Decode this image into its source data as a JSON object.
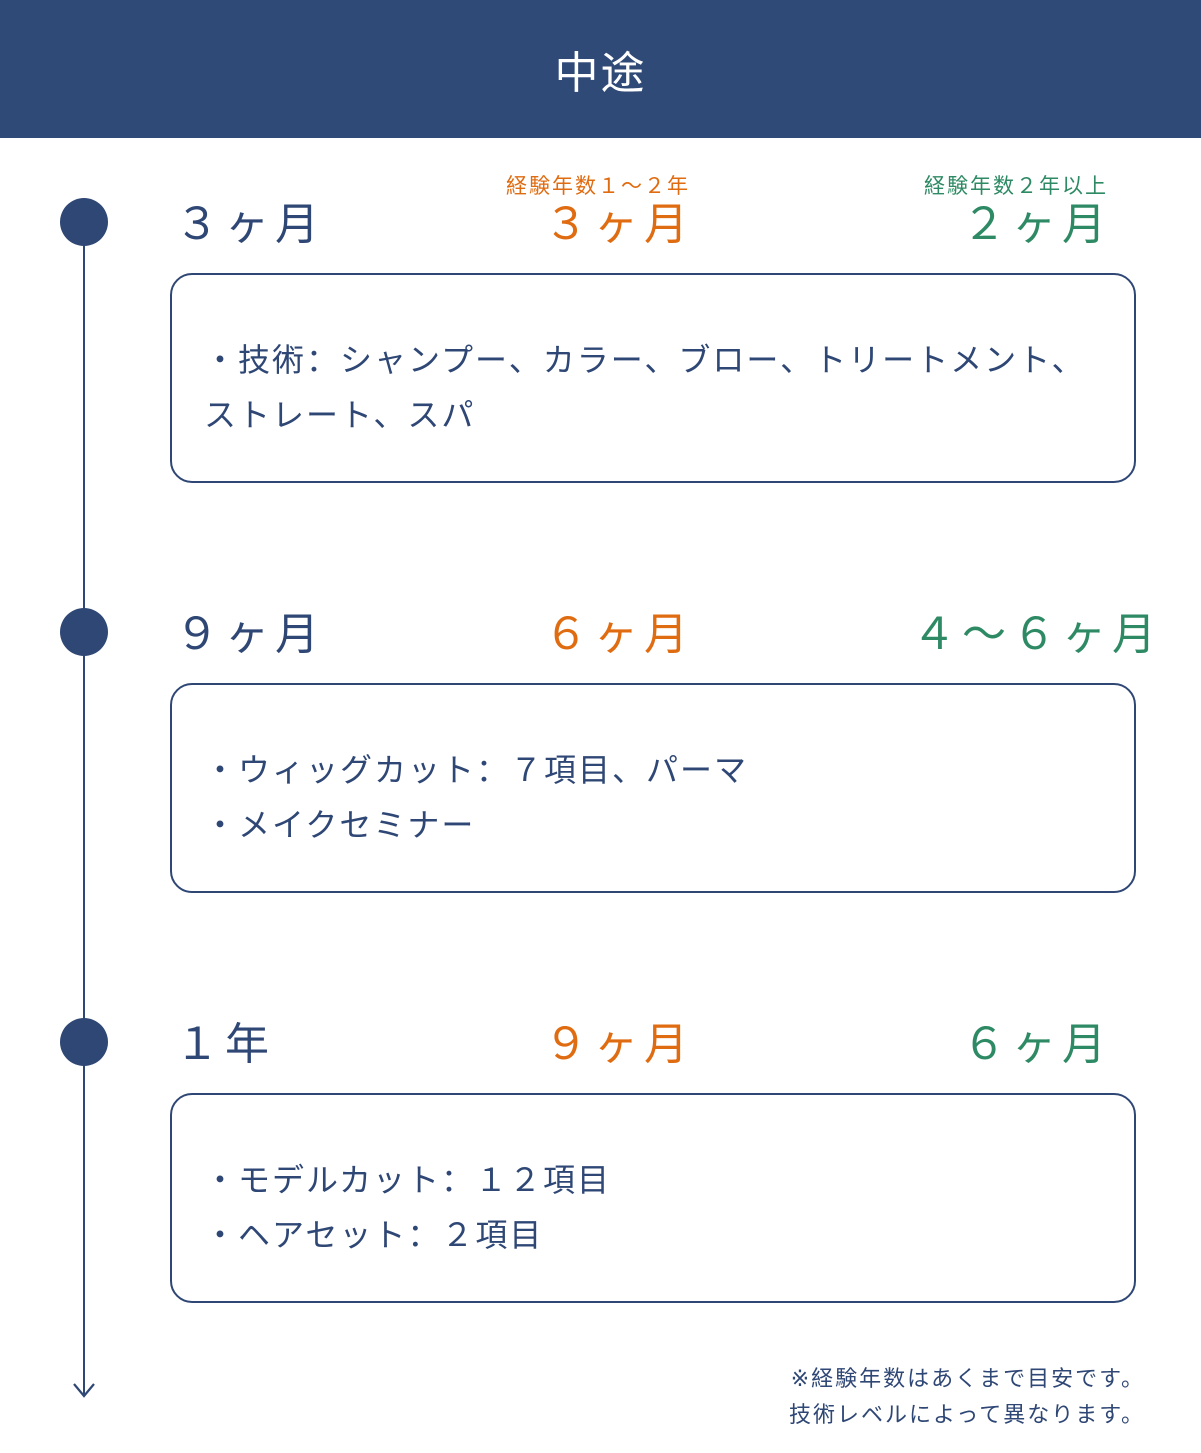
{
  "header": {
    "title": "中途"
  },
  "columns": {
    "col2_sub": "経験年数１～２年",
    "col3_sub": "経験年数２年以上"
  },
  "colors": {
    "navy": "#2f4775",
    "orange": "#e06c12",
    "green": "#2e8a64",
    "header_bg": "#2f4a77"
  },
  "steps": [
    {
      "col1": "３ヶ月",
      "col2": "３ヶ月",
      "col3": "２ヶ月",
      "lines": [
        "・技術：シャンプー、カラー、ブロー、トリートメント、",
        "ストレート、スパ"
      ]
    },
    {
      "col1": "９ヶ月",
      "col2": "６ヶ月",
      "col3": "４～６ヶ月",
      "lines": [
        "・ウィッグカット：７項目、パーマ",
        "・メイクセミナー"
      ]
    },
    {
      "col1": "１年",
      "col2": "９ヶ月",
      "col3": "６ヶ月",
      "lines": [
        "・モデルカット：１２項目",
        "・ヘアセット：２項目"
      ]
    }
  ],
  "note": {
    "line1": "※経験年数はあくまで目安です。",
    "line2": "技術レベルによって異なります。"
  }
}
